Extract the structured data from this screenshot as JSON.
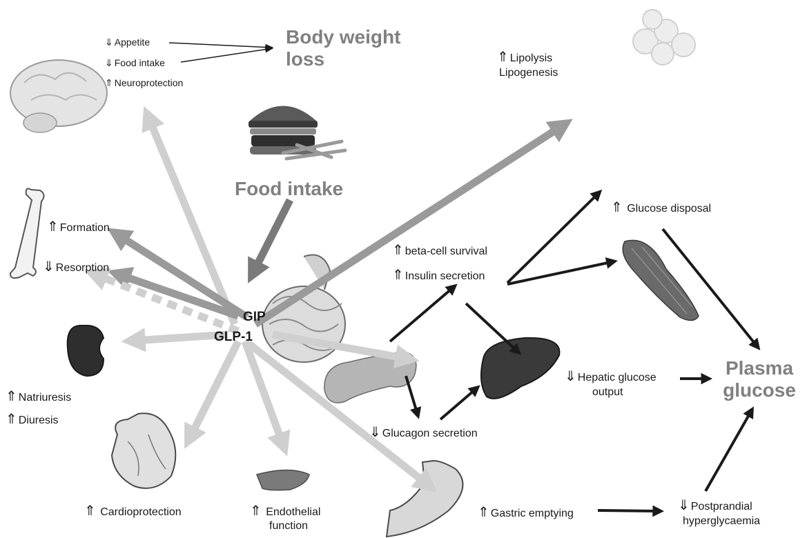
{
  "hub": {
    "gip": "GIP",
    "glp1": "GLP-1"
  },
  "top": {
    "appetite": "Appetite",
    "food_intake_small": "Food intake",
    "neuroprotection": "Neuroprotection",
    "body_weight_loss_line1": "Body weight",
    "body_weight_loss_line2": "loss",
    "food_intake_big": "Food intake",
    "lipolysis": "Lipolysis",
    "lipogenesis": "Lipogenesis"
  },
  "bone": {
    "formation": "Formation",
    "resorption": "Resorption"
  },
  "kidney": {
    "natriuresis": "Natriuresis",
    "diuresis": "Diuresis"
  },
  "bottom": {
    "cardioprotection": "Cardioprotection",
    "endothelial_line1": "Endothelial",
    "endothelial_line2": "function",
    "gastric_emptying": "Gastric emptying",
    "postprandial_line1": "Postprandial",
    "postprandial_line2": "hyperglycaemia"
  },
  "pancreas": {
    "beta_cell": "beta-cell survival",
    "insulin": "Insulin secretion",
    "glucagon": "Glucagon secretion"
  },
  "right": {
    "glucose_disposal": "Glucose disposal",
    "hepatic_line1": "Hepatic glucose",
    "hepatic_line2": "output",
    "plasma_line1": "Plasma",
    "plasma_line2": "glucose"
  },
  "glyphs": {
    "up": "⇑",
    "down": "⇓",
    "up_thin": "⇑",
    "down_thin": "⇓"
  },
  "colors": {
    "light_arrow": "#cfcfcf",
    "mid_arrow": "#9a9a9a",
    "dark_arrow": "#7a7a7a",
    "black_arrow": "#1a1a1a",
    "title_gray": "#808080"
  }
}
